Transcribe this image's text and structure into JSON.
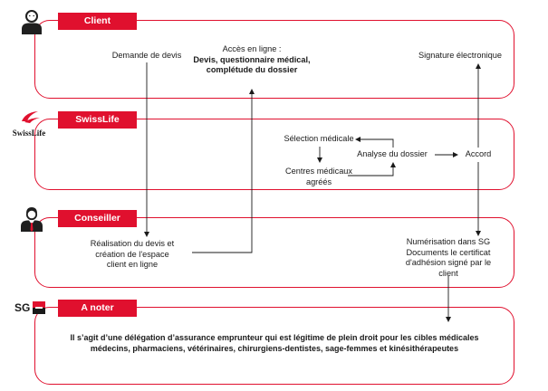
{
  "lanes": {
    "client": "Client",
    "swisslife": "SwissLife",
    "conseiller": "Conseiller",
    "anoter": "A noter"
  },
  "logos": {
    "swisslife": "SwissLife",
    "sg": "SG"
  },
  "steps": {
    "demande_devis": "Demande de devis",
    "acces_line1": "Accès en ligne :",
    "acces_line2": "Devis, questionnaire médical,",
    "acces_line3": "complétude du dossier",
    "signature": "Signature électronique",
    "selection_medicale": "Sélection médicale",
    "centres_line1": "Centres médicaux",
    "centres_line2": "agréés",
    "analyse": "Analyse du dossier",
    "accord": "Accord",
    "realisation_line1": "Réalisation du devis et",
    "realisation_line2": "création de l'espace",
    "realisation_line3": "client en ligne",
    "numerisation_line1": "Numérisation dans SG",
    "numerisation_line2": "Documents le certificat",
    "numerisation_line3": "d'adhésion signé par le",
    "numerisation_line4": "client"
  },
  "note": {
    "line1": "Il s’agit d’une délégation d’assurance emprunteur qui est légitime de plein droit pour les cibles médicales",
    "line2": "médecins, pharmaciens, vétérinaires, chirurgiens-dentistes, sage-femmes et kinésithérapeutes"
  },
  "colors": {
    "accent": "#e0102e",
    "text": "#1a1a1a",
    "icon": "#1f1f1f"
  },
  "icons": {
    "client": "person-icon",
    "swisslife": "swisslife-logo",
    "conseiller": "advisor-icon",
    "sg": "sg-logo"
  }
}
